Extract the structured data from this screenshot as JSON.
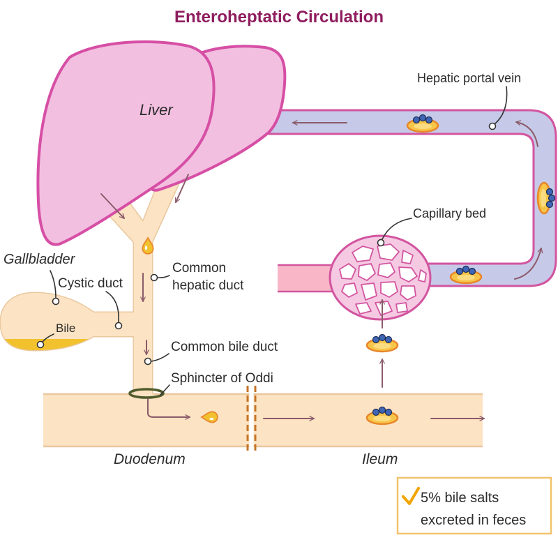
{
  "title": "Enteroheptatic Circulation",
  "labels": {
    "liver": "Liver",
    "hepatic_portal_vein": "Hepatic portal vein",
    "capillary_bed": "Capillary bed",
    "gallbladder": "Gallbladder",
    "cystic_duct": "Cystic duct",
    "bile": "Bile",
    "common_hepatic_duct": [
      "Common",
      "hepatic duct"
    ],
    "common_bile_duct": "Common bile duct",
    "sphincter_of_oddi": "Sphincter of Oddi",
    "duodenum": "Duodenum",
    "ileum": "Ileum"
  },
  "note": {
    "icon": "check-icon",
    "lines": [
      "5% bile salts",
      "excreted in feces"
    ]
  },
  "colors": {
    "title": "#8e1d5e",
    "text": "#2b2b2b",
    "liver_fill": "#f3bfe0",
    "liver_stroke": "#d64fa5",
    "duct_fill": "#fce3c3",
    "duct_stroke": "#e9c89f",
    "bile": "#f2c12e",
    "vein_fill": "#c6cae8",
    "vein_stroke": "#d2559f",
    "artery_fill": "#f8b6c6",
    "capillary_fill": "#f6c9e2",
    "arrow": "#8b5b6b",
    "sphincter": "#4f5b2b",
    "break_line": "#c47428",
    "bile_salt_fill": "#f7c548",
    "bile_salt_stroke": "#e8862a",
    "lipid_dot": "#3f66b4",
    "note_border": "#f3c26b",
    "check": "#f2a400"
  }
}
